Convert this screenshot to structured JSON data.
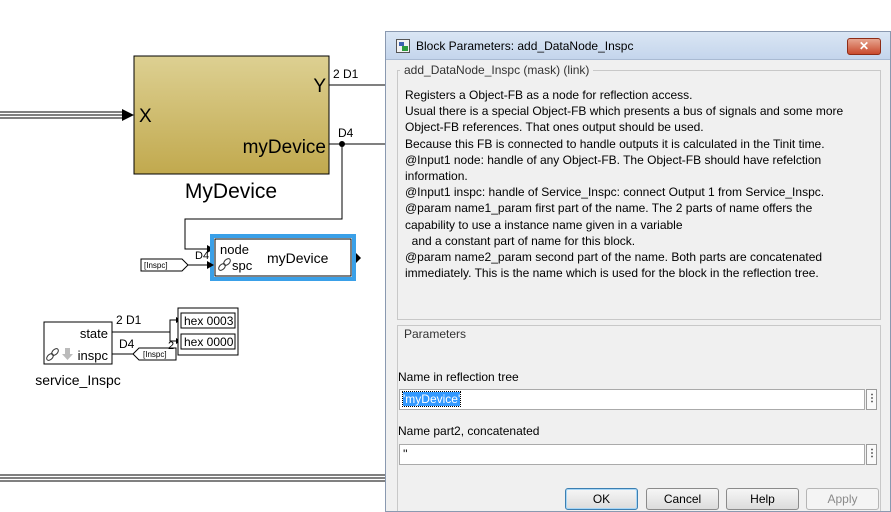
{
  "diagram": {
    "main_block": {
      "input_x": "X",
      "output_y": "Y",
      "output_device": "myDevice",
      "name": "MyDevice"
    },
    "signals": {
      "y_label": "2 D1",
      "device_label": "D4",
      "node_in_label": "D4"
    },
    "adder_block": {
      "port_node": "node",
      "port_spc": "spc",
      "label": "myDevice"
    },
    "goto_inspc_tag": "[Inspc]",
    "service_block": {
      "port_state": "state",
      "port_inspc": "inspc",
      "name": "service_Inspc"
    },
    "service_signals": {
      "state_label": "2 D1",
      "inspc_label": "D4",
      "small_num": "2"
    },
    "service_goto_tag": "[Inspc]",
    "displays": [
      "hex 0003",
      "hex 0000"
    ],
    "colors": {
      "block_gold": "#d2ba63",
      "highlight_blue": "#3aa0e8"
    }
  },
  "dialog": {
    "title": "Block Parameters: add_DataNode_Inspc",
    "close_glyph": "✕",
    "mask_title": "add_DataNode_Inspc (mask) (link)",
    "description_lines": [
      "Registers a Object-FB as a node for reflection access.",
      "Usual there is a special Object-FB which presents a bus of signals and some more",
      "Object-FB references. That ones output should be used.",
      "Because this FB is connected to handle outputs it is calculated in the Tinit time.",
      "@Input1 node: handle of any Object-FB. The Object-FB should have refelction",
      "information.",
      "@Input1 inspc: handle of Service_Inspc: connect Output 1 from Service_Inspc.",
      "@param name1_param first part of the name. The 2 parts of name offers the",
      "capability to use a instance name given in a variable",
      "  and a constant part of name for this block.",
      "@param name2_param second part of the name. Both parts are concatenated",
      "immediately. This is the name which is used for the block in the reflection tree."
    ],
    "parameters_title": "Parameters",
    "name_label": "Name in reflection tree",
    "name_value": "'myDevice'",
    "name2_label": "Name part2, concatenated",
    "name2_value": "''",
    "menu_glyph": "⋮",
    "buttons": {
      "ok": "OK",
      "cancel": "Cancel",
      "help": "Help",
      "apply": "Apply"
    }
  }
}
